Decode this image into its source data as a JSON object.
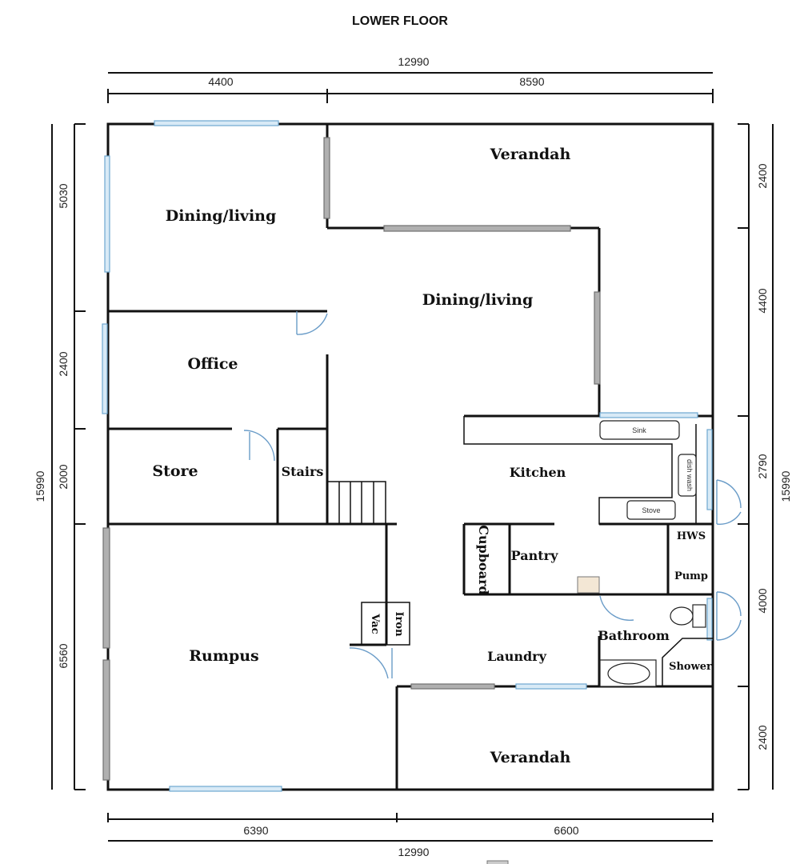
{
  "plan": {
    "title": "LOWER FLOOR",
    "dims": {
      "top_total": "12990",
      "top_left": "4400",
      "top_right": "8590",
      "bottom_left": "6390",
      "bottom_right": "6600",
      "bottom_total": "12990",
      "left_total": "15990",
      "left_1": "5030",
      "left_2": "2400",
      "left_3": "2000",
      "left_4": "6560",
      "right_total": "15990",
      "right_1": "2400",
      "right_2": "4400",
      "right_3": "2790",
      "right_4": "4000",
      "right_5": "2400"
    },
    "rooms": {
      "verandah_top": "Verandah",
      "dining_left": "Dining/living",
      "dining_center": "Dining/living",
      "office": "Office",
      "store": "Store",
      "stairs": "Stairs",
      "kitchen": "Kitchen",
      "cupboard": "Cupboard",
      "pantry": "Pantry",
      "hws": "HWS",
      "pump": "Pump",
      "rumpus": "Rumpus",
      "laundry": "Laundry",
      "bathroom": "Bathroom",
      "shower": "Shower",
      "verandah_bottom": "Verandah",
      "vac": "Vac",
      "iron": "Iron"
    },
    "fixtures": {
      "sink": "Sink",
      "dishwash": "dish wash",
      "stove": "Stove"
    },
    "colors": {
      "wall": "#111111",
      "window": "#d8eaf6",
      "sliding_door": "#b0b0b0",
      "door_swing": "#6a9cc8"
    }
  }
}
